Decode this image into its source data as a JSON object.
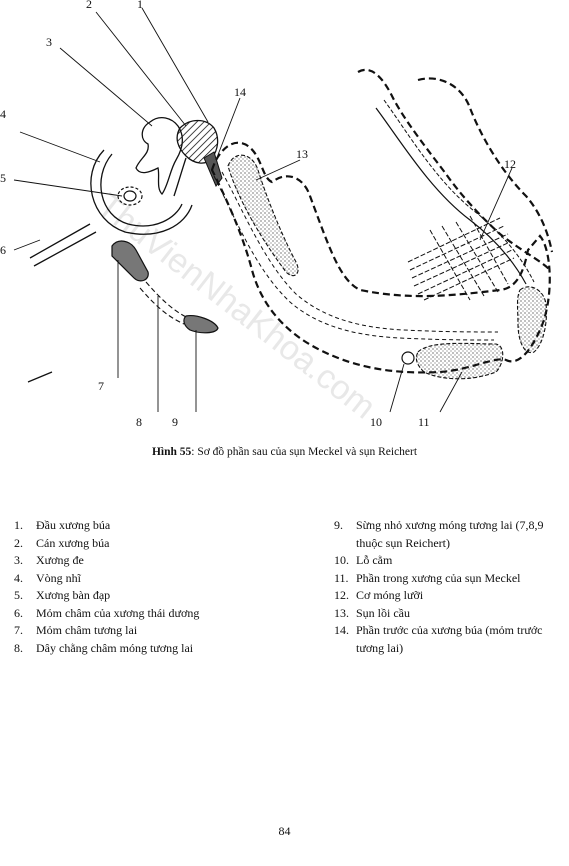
{
  "figure": {
    "labels": [
      "1",
      "2",
      "3",
      "4",
      "5",
      "6",
      "7",
      "8",
      "9",
      "10",
      "11",
      "12",
      "13",
      "14"
    ],
    "watermark": "ThuVienNhaKhoa.com"
  },
  "caption": {
    "prefix": "Hình 55",
    "text": ": Sơ đồ phần sau của sụn Meckel và sụn Reichert"
  },
  "legend_left": [
    {
      "n": "1.",
      "t": "Đầu xương búa"
    },
    {
      "n": "2.",
      "t": "Cán xương búa"
    },
    {
      "n": "3.",
      "t": "Xương đe"
    },
    {
      "n": "4.",
      "t": "Vòng nhĩ"
    },
    {
      "n": "5.",
      "t": "Xương bàn đạp"
    },
    {
      "n": "6.",
      "t": "Mỏm châm của xương thái dương"
    },
    {
      "n": "7.",
      "t": "Mỏm châm tương lai"
    },
    {
      "n": "8.",
      "t": "Dây chằng châm  móng tương lai"
    }
  ],
  "legend_right": [
    {
      "n": "9.",
      "t": "Sừng nhỏ xương móng tương lai (7,8,9 thuộc sụn Reichert)"
    },
    {
      "n": "10.",
      "t": "Lỗ cằm"
    },
    {
      "n": "11.",
      "t": "Phần trong xương của sụn Meckel"
    },
    {
      "n": "12.",
      "t": "Cơ móng lưỡi"
    },
    {
      "n": "13.",
      "t": "Sụn lồi cầu"
    },
    {
      "n": "14.",
      "t": "Phần trước của xương búa (mỏm trước tương lai)"
    }
  ],
  "page_number": "84"
}
